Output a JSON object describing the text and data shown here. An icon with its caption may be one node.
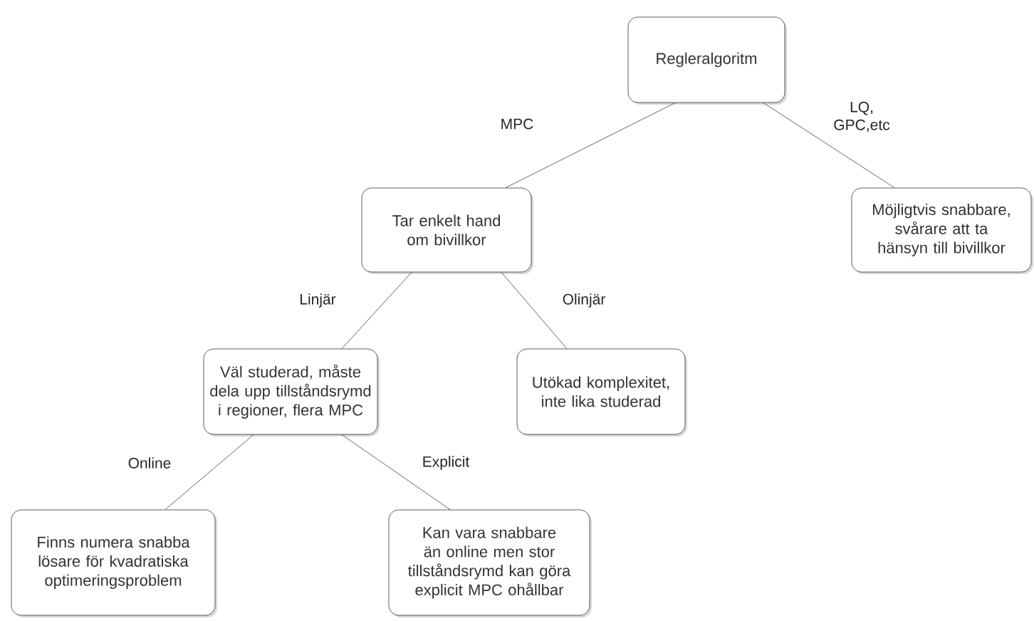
{
  "diagram": {
    "nodes": [
      {
        "text": [
          "Regleralgoritm"
        ]
      },
      {
        "text": [
          "Tar enkelt hand om bivillkor"
        ]
      },
      {
        "text": [
          "Möjligtvis snabbare, svårare att ta hänsyn till bivillkor"
        ]
      },
      {
        "text": [
          "Väl studerad, måste dela upp tillståndsrymd i regioner, flera MPC"
        ]
      },
      {
        "text": [
          "Utökad komplexitet, inte lika studerad"
        ]
      },
      {
        "text": [
          "Finns numera snabba lösare för kvadratiska optimeringsproblem"
        ]
      },
      {
        "text": [
          "Kan vara snabbare än online men stor tillståndsrymd kan göra explicit MPC ohållbar"
        ]
      }
    ],
    "edges": [
      {
        "from": 0,
        "to": 1,
        "arrow": "none",
        "label": "MPC"
      },
      {
        "from": 0,
        "to": 2,
        "arrow": "none",
        "label": "LQ, GPC,etc"
      },
      {
        "from": 1,
        "to": 3,
        "arrow": "none",
        "label": "Linjär"
      },
      {
        "from": 1,
        "to": 4,
        "arrow": "none",
        "label": "Olinjär"
      },
      {
        "from": 3,
        "to": 5,
        "arrow": "none",
        "label": "Online"
      },
      {
        "from": 3,
        "to": 6,
        "arrow": "none",
        "label": "Explicit"
      }
    ]
  }
}
